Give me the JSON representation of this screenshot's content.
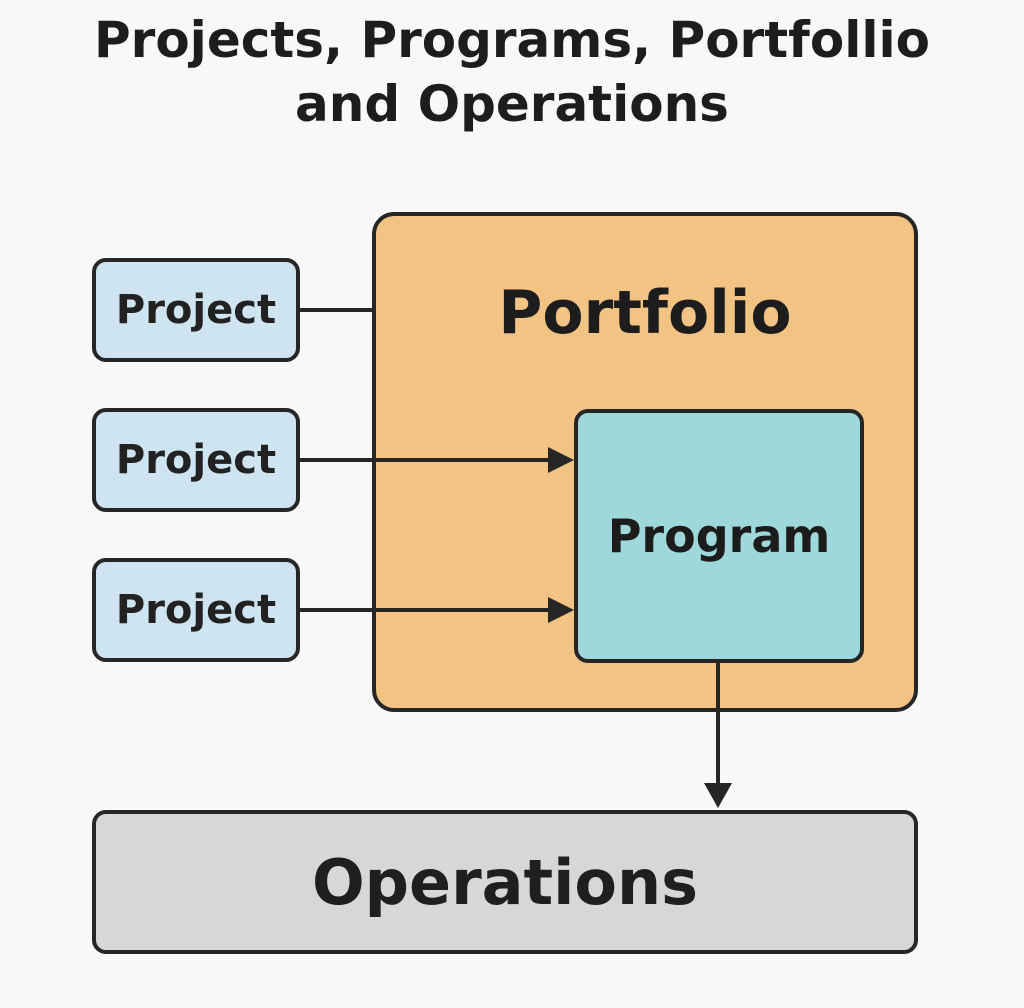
{
  "title": {
    "line1": "Projects, Programs, Portfollio",
    "line2": "and Operations"
  },
  "portfolio": {
    "label": "Portfolio"
  },
  "program": {
    "label": "Program"
  },
  "projects": [
    {
      "label": "Project"
    },
    {
      "label": "Project"
    },
    {
      "label": "Project"
    }
  ],
  "operations": {
    "label": "Operations"
  },
  "colors": {
    "portfolio_fill": "#f3c384",
    "program_fill": "#9fd8da",
    "project_fill": "#cfe4f1",
    "operations_fill": "#d7d7d7",
    "stroke": "#262626",
    "background": "#f8f8f6"
  }
}
